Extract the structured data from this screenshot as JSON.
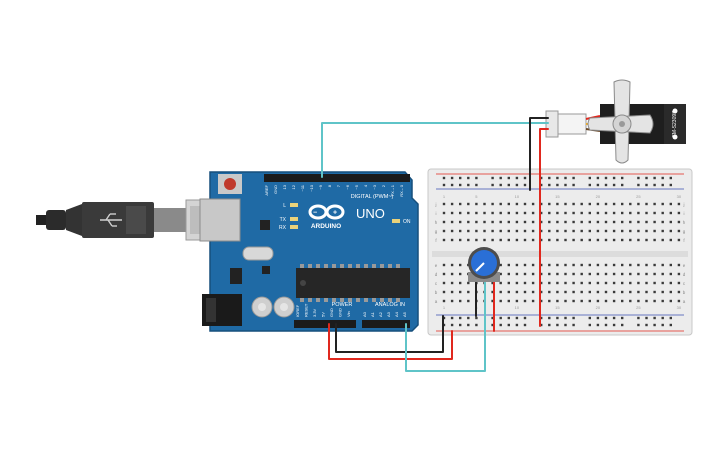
{
  "arduino": {
    "brand": "ARDUINO",
    "model": "UNO",
    "digital_header": "DIGITAL (PWM~)",
    "power_header": "POWER",
    "analog_header": "ANALOG IN",
    "on_led_label": "ON",
    "l_led_label": "L",
    "tx_label": "TX",
    "rx_label": "RX",
    "digital_pins": [
      "AREF",
      "GND",
      "13",
      "12",
      "~11",
      "~10",
      "~9",
      "8",
      "7",
      "~6",
      "~5",
      "4",
      "~3",
      "2",
      "TX→1",
      "RX←0"
    ],
    "power_pins": [
      "IOREF",
      "RESET",
      "3.3V",
      "5V",
      "GND",
      "GND",
      "Vin"
    ],
    "analog_pins": [
      "A0",
      "A1",
      "A2",
      "A3",
      "A4",
      "A5"
    ]
  },
  "servo": {
    "label": "SM-S2309S"
  },
  "breadboard": {
    "row_letters_top": [
      "j",
      "i",
      "h",
      "g",
      "f"
    ],
    "row_letters_bottom": [
      "e",
      "d",
      "c",
      "b",
      "a"
    ],
    "column_numbers": [
      "1",
      "5",
      "10",
      "15",
      "20",
      "25",
      "30"
    ]
  },
  "colors": {
    "board_blue": "#1f6aa5",
    "wire_red": "#e0281e",
    "wire_black": "#222222",
    "wire_teal": "#5fc4c8",
    "breadboard": "#ececec",
    "potentiometer": "#2a6fd6"
  }
}
